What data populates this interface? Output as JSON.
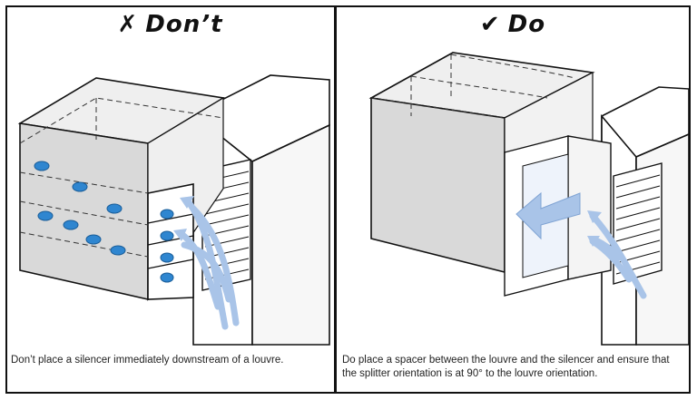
{
  "dont": {
    "mark": "✗",
    "heading": "Don’t",
    "caption": "Don’t place a silencer immediately downstream of a louvre."
  },
  "do": {
    "mark": "✔",
    "heading": "Do",
    "caption": "Do place a spacer between the louvre and the silencer and ensure that the splitter orientation is at 90° to the louvre orientation."
  },
  "colors": {
    "outline": "#111111",
    "airflow": "#a9c4e8",
    "airflow_edge": "#7fa3d3",
    "splitter_blue": "#2f86d0",
    "face_gray": "#d9d9d9",
    "side_gray": "#efefef"
  }
}
